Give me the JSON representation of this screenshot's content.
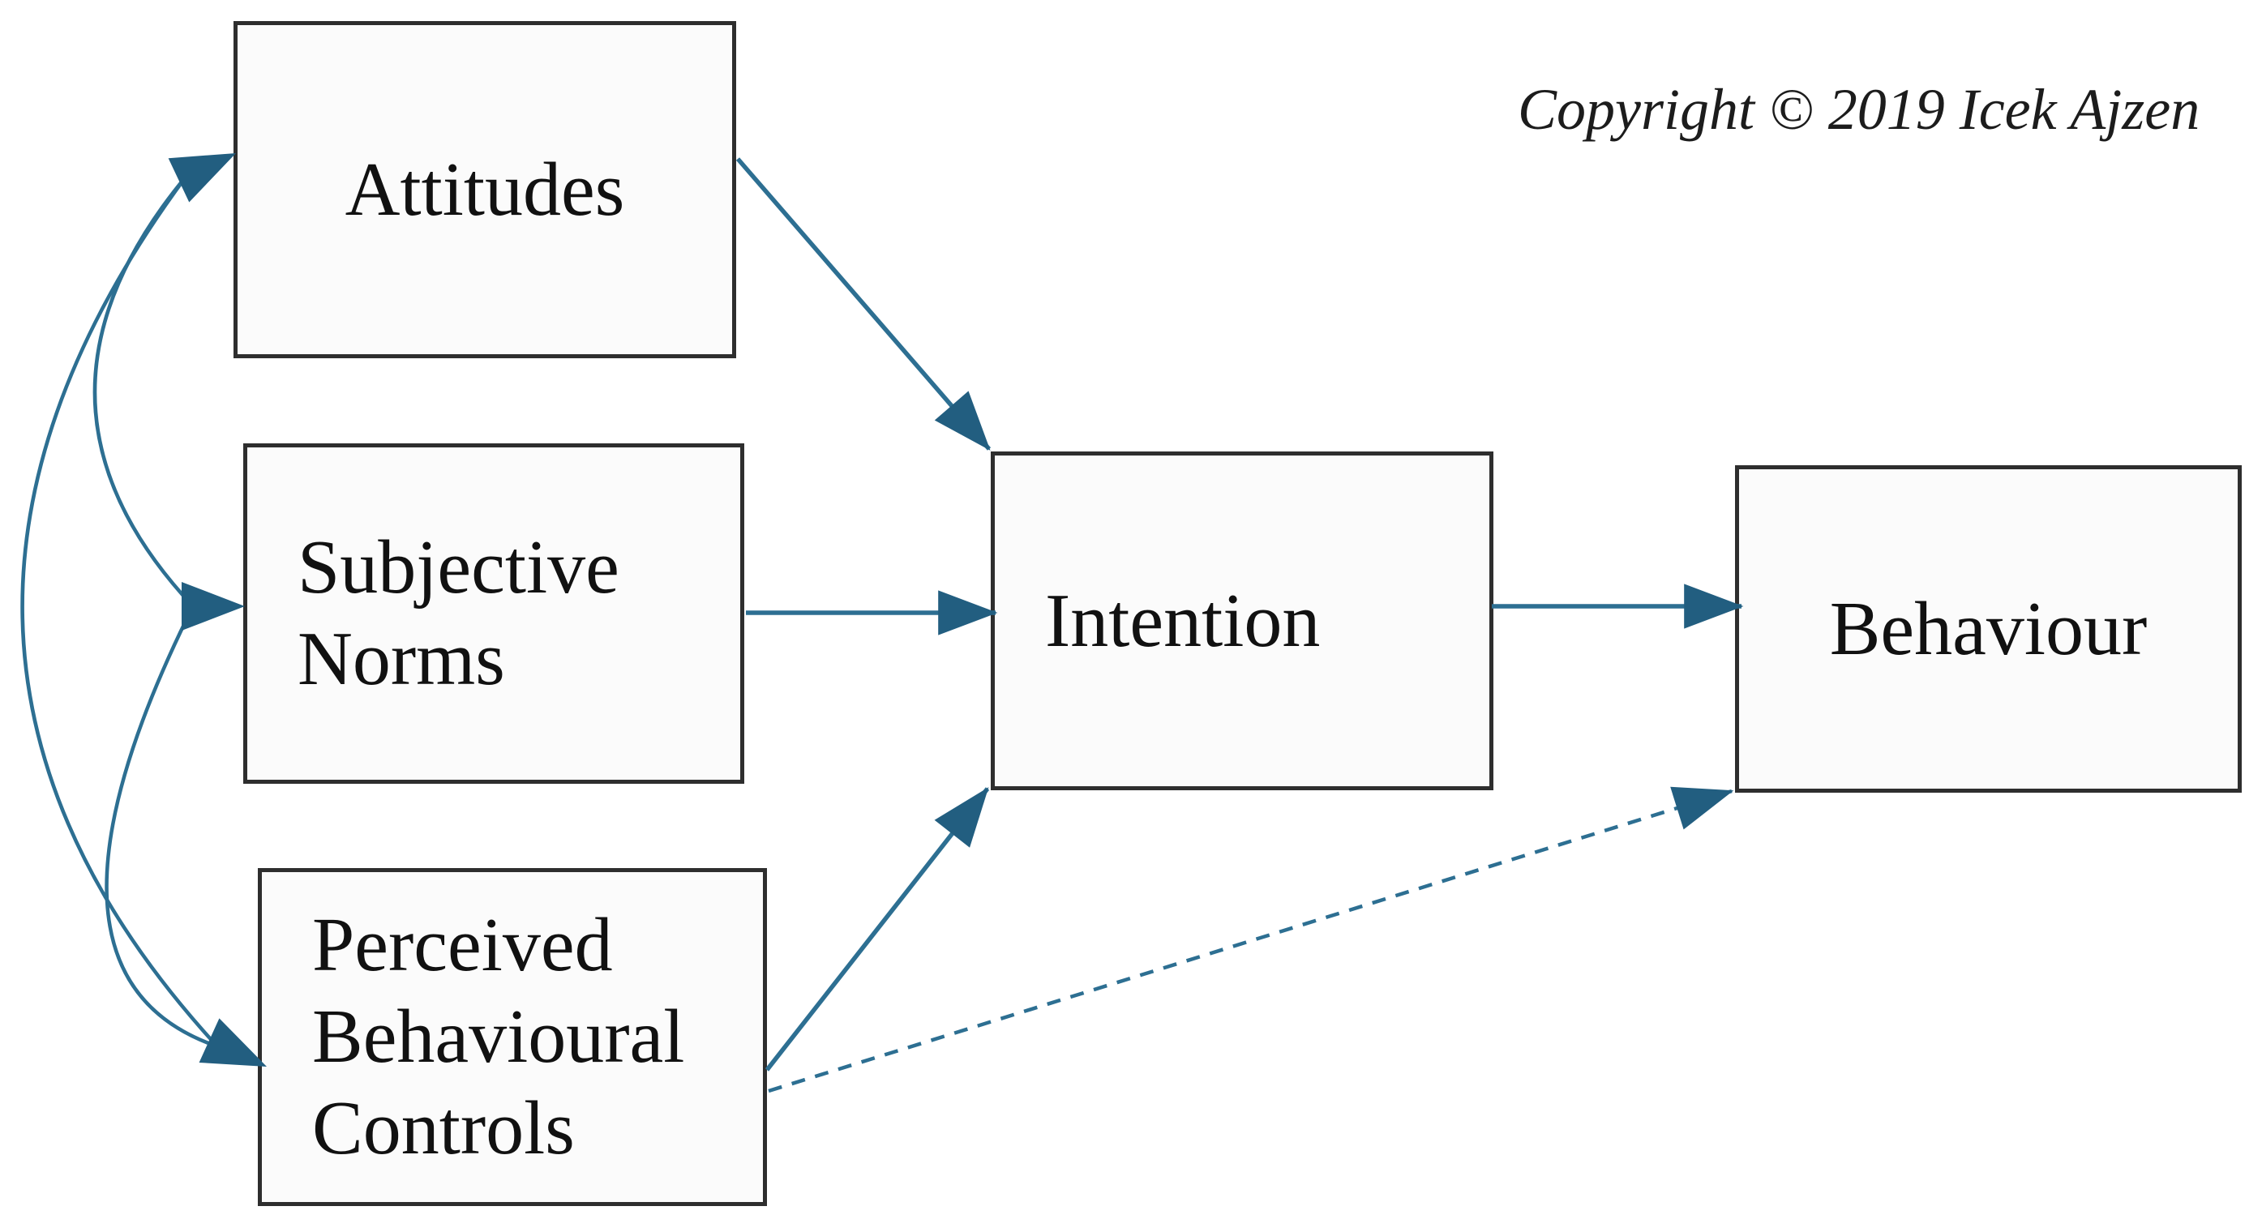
{
  "figure": {
    "type": "path-diagram",
    "name": "theory-of-planned-behaviour",
    "copyright_notice": "Copyright © 2019 Icek Ajzen",
    "nodes": [
      {
        "id": "attitudes",
        "label": "Attitudes"
      },
      {
        "id": "subjective-norms",
        "label": "Subjective\nNorms"
      },
      {
        "id": "perceived-behavioural-controls",
        "label": "Perceived\nBehavioural\nControls"
      },
      {
        "id": "intention",
        "label": "Intention"
      },
      {
        "id": "behaviour",
        "label": "Behaviour"
      }
    ],
    "edges": [
      {
        "from": "attitudes",
        "to": "intention",
        "style": "solid",
        "directed": true
      },
      {
        "from": "subjective-norms",
        "to": "intention",
        "style": "solid",
        "directed": true
      },
      {
        "from": "perceived-behavioural-controls",
        "to": "intention",
        "style": "solid",
        "directed": true
      },
      {
        "from": "intention",
        "to": "behaviour",
        "style": "solid",
        "directed": true
      },
      {
        "from": "perceived-behavioural-controls",
        "to": "behaviour",
        "style": "dashed",
        "directed": true
      },
      {
        "from": "attitudes",
        "to": "subjective-norms",
        "style": "curved-correlation",
        "bidirectional": true
      },
      {
        "from": "attitudes",
        "to": "perceived-behavioural-controls",
        "style": "curved-correlation",
        "bidirectional": true
      },
      {
        "from": "subjective-norms",
        "to": "perceived-behavioural-controls",
        "style": "curved-correlation",
        "bidirectional": true
      }
    ],
    "colors": {
      "arrow_line": "#2d6f92",
      "arrowhead": "#225e80",
      "box_border": "#2e2e2e",
      "box_fill": "#fbfbfb",
      "text": "#111111",
      "background": "#ffffff"
    }
  }
}
